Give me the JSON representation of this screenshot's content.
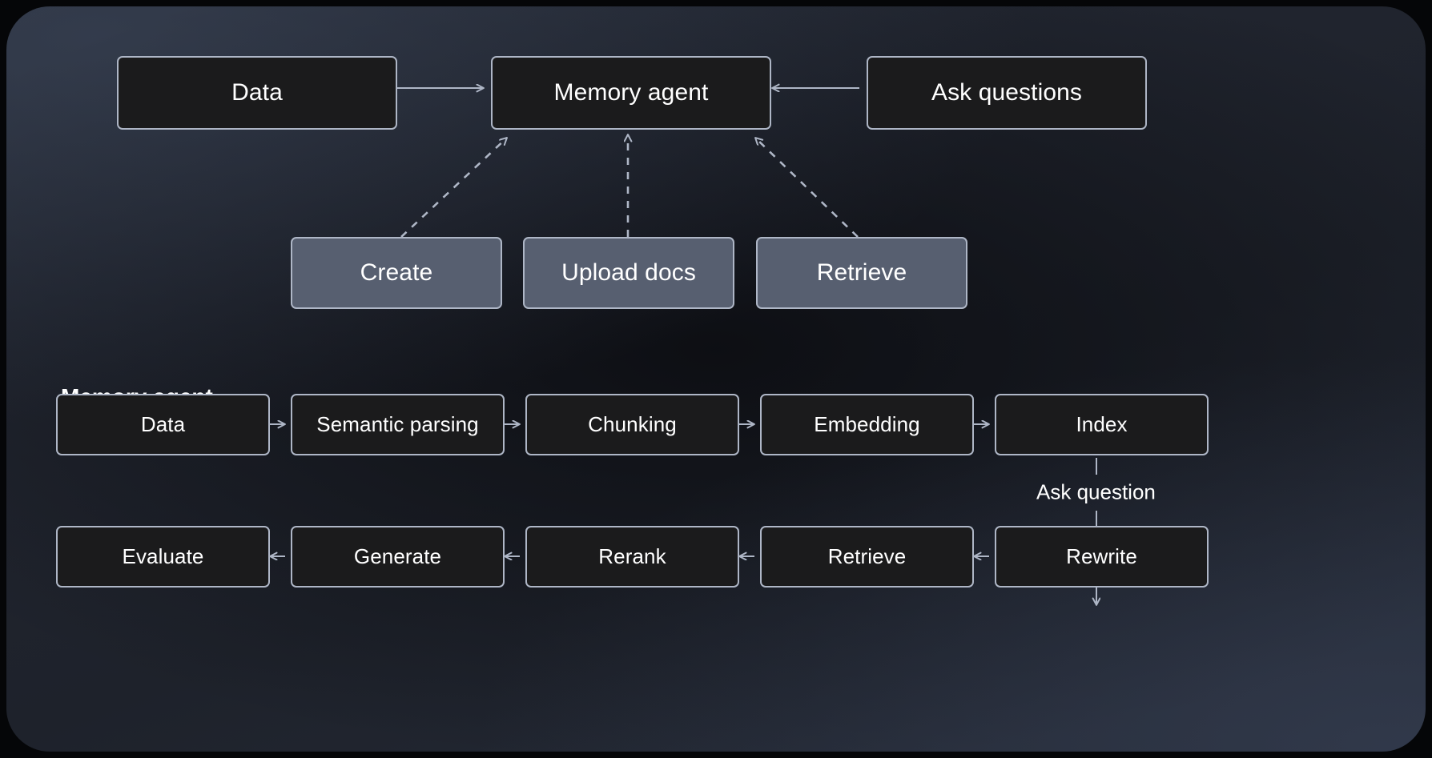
{
  "theme": {
    "canvas_bg": "#20242e",
    "node_dark_fill": "#1b1b1c",
    "node_gray_fill": "#575f70",
    "stroke": "#aeb6c6",
    "text": "#ffffff"
  },
  "diagram": {
    "type": "flow-diagram",
    "top_flow": {
      "nodes": [
        {
          "id": "data",
          "label": "Data",
          "style": "dark"
        },
        {
          "id": "memory-agent",
          "label": "Memory agent",
          "style": "dark"
        },
        {
          "id": "ask-questions",
          "label": "Ask questions",
          "style": "dark"
        }
      ],
      "tools": [
        {
          "id": "create",
          "label": "Create",
          "style": "gray"
        },
        {
          "id": "upload-docs",
          "label": "Upload docs",
          "style": "gray"
        },
        {
          "id": "retrieve",
          "label": "Retrieve",
          "style": "gray"
        }
      ],
      "edges": [
        {
          "from": "data",
          "to": "memory-agent",
          "style": "solid",
          "direction": "right"
        },
        {
          "from": "ask-questions",
          "to": "memory-agent",
          "style": "solid",
          "direction": "left"
        },
        {
          "from": "create",
          "to": "memory-agent",
          "style": "dashed",
          "direction": "up-right"
        },
        {
          "from": "upload-docs",
          "to": "memory-agent",
          "style": "dashed",
          "direction": "up"
        },
        {
          "from": "retrieve",
          "to": "memory-agent",
          "style": "dashed",
          "direction": "up-left"
        }
      ]
    },
    "detail_section": {
      "title": "Memory agent",
      "row_one": [
        {
          "id": "data",
          "label": "Data"
        },
        {
          "id": "semantic-parsing",
          "label": "Semantic parsing"
        },
        {
          "id": "chunking",
          "label": "Chunking"
        },
        {
          "id": "embedding",
          "label": "Embedding"
        },
        {
          "id": "index",
          "label": "Index"
        }
      ],
      "row_two": [
        {
          "id": "evaluate",
          "label": "Evaluate"
        },
        {
          "id": "generate",
          "label": "Generate"
        },
        {
          "id": "rerank",
          "label": "Rerank"
        },
        {
          "id": "retrieve",
          "label": "Retrieve"
        },
        {
          "id": "rewrite",
          "label": "Rewrite"
        }
      ],
      "connector_label": "Ask question",
      "row_one_direction": "left-to-right",
      "row_two_direction": "right-to-left"
    }
  }
}
